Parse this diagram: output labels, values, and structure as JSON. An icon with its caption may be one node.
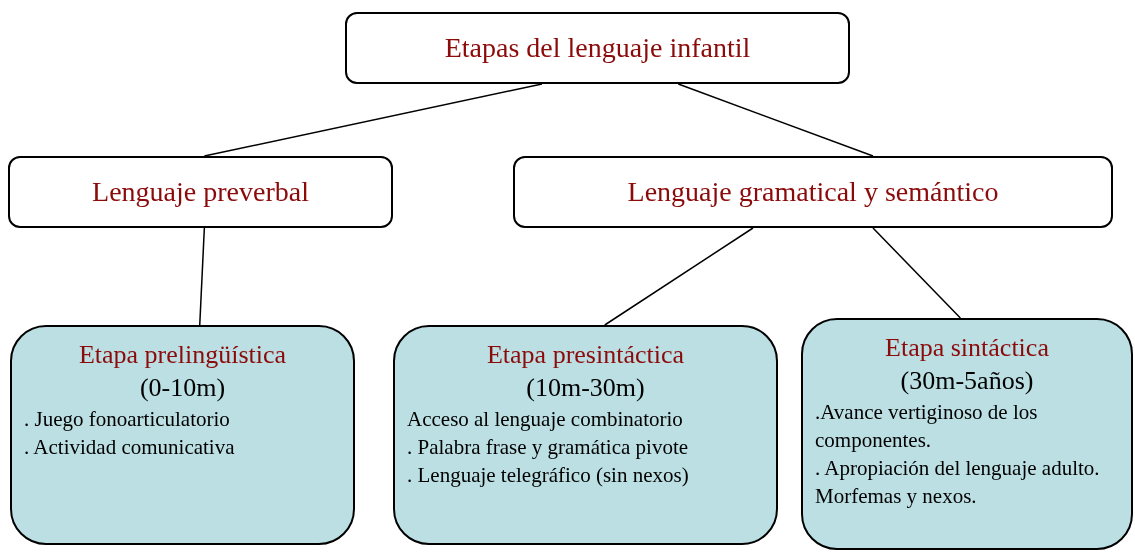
{
  "diagram": {
    "nodes": [
      {
        "text": [
          "Etapas del lenguaje infantil"
        ]
      },
      {
        "text": [
          "Lenguaje preverbal"
        ]
      },
      {
        "text": [
          "Lenguaje gramatical y semántico"
        ]
      },
      {
        "text": [
          "Etapa prelingüística",
          "(0-10m)",
          ". Juego fonoarticulatorio",
          ".  Actividad comunicativa"
        ]
      },
      {
        "text": [
          "Etapa presintáctica",
          "(10m-30m)",
          "Acceso al lenguaje combinatorio",
          ". Palabra frase y gramática pivote",
          ". Lenguaje telegráfico (sin nexos)"
        ]
      },
      {
        "text": [
          "Etapa sintáctica",
          "(30m-5años)",
          ".Avance vertiginoso de los componentes.",
          ". Apropiación del lenguaje adulto. Morfemas y nexos."
        ]
      }
    ],
    "edges": [
      {
        "from": 0,
        "to": 1,
        "arrow": "none"
      },
      {
        "from": 0,
        "to": 2,
        "arrow": "none"
      },
      {
        "from": 1,
        "to": 3,
        "arrow": "none"
      },
      {
        "from": 2,
        "to": 4,
        "arrow": "none"
      },
      {
        "from": 2,
        "to": 5,
        "arrow": "none"
      }
    ]
  }
}
